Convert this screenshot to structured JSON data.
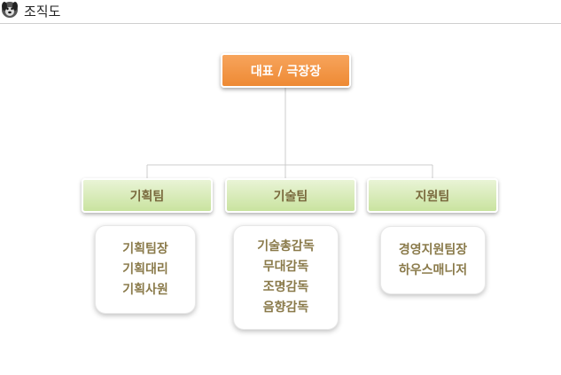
{
  "header": {
    "title": "조직도",
    "icon": "dog-avatar-icon"
  },
  "chart": {
    "root": "대표 / 극장장",
    "teams": [
      {
        "name": "기획팀",
        "members": [
          "기획팀장",
          "기획대리",
          "기획사원"
        ]
      },
      {
        "name": "기술팀",
        "members": [
          "기술총감독",
          "무대감독",
          "조명감독",
          "음향감독"
        ]
      },
      {
        "name": "지원팀",
        "members": [
          "경영지원팀장",
          "하우스매니저"
        ]
      }
    ]
  },
  "colors": {
    "root_fill": "#ee8a34",
    "team_fill": "#c9e39f",
    "text_brown": "#8a7a4a",
    "connector": "#cccccc"
  }
}
